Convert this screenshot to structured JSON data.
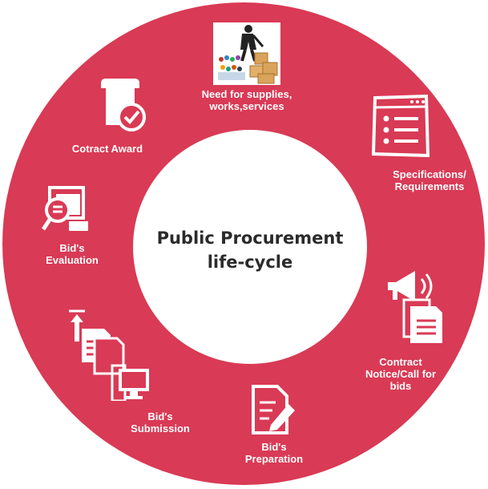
{
  "diagram": {
    "center": {
      "line1": "Public Procurement",
      "line2": "life-cycle"
    },
    "stages": [
      {
        "id": "need",
        "lines": [
          "Need for supplies,",
          "works,services"
        ],
        "icon": "worker-with-boxes-icon"
      },
      {
        "id": "specifications",
        "lines": [
          "Specifications/",
          "Requirements"
        ],
        "icon": "checklist-browser-icon"
      },
      {
        "id": "contract-notice",
        "lines": [
          "Contract",
          "Notice/Call for",
          "bids"
        ],
        "icon": "megaphone-documents-icon"
      },
      {
        "id": "bid-preparation",
        "lines": [
          "Bid's",
          "Preparation"
        ],
        "icon": "document-pen-icon"
      },
      {
        "id": "bid-submission",
        "lines": [
          "Bid's",
          "Submission"
        ],
        "icon": "upload-documents-computer-icon"
      },
      {
        "id": "bid-evaluation",
        "lines": [
          "Bid's",
          "Evaluation"
        ],
        "icon": "magnifier-document-icon"
      },
      {
        "id": "contract-award",
        "lines": [
          "Cotract Award"
        ],
        "icon": "certificate-check-icon"
      }
    ],
    "colors": {
      "ring": "#d93a55",
      "icon_fill": "#ffffff",
      "center_text": "#2b2b2b"
    }
  }
}
